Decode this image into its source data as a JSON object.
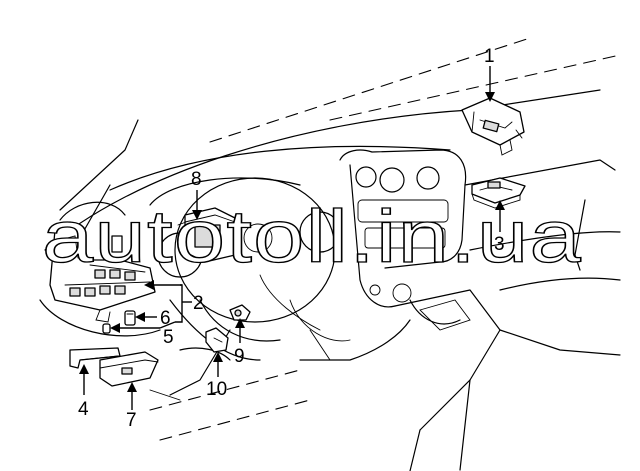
{
  "callouts": {
    "c1": "1",
    "c2": "2",
    "c3": "3",
    "c4": "4",
    "c5": "5",
    "c6": "6",
    "c7": "7",
    "c8": "8",
    "c9": "9",
    "c10": "10"
  },
  "watermark": "autotoll.in.ua"
}
